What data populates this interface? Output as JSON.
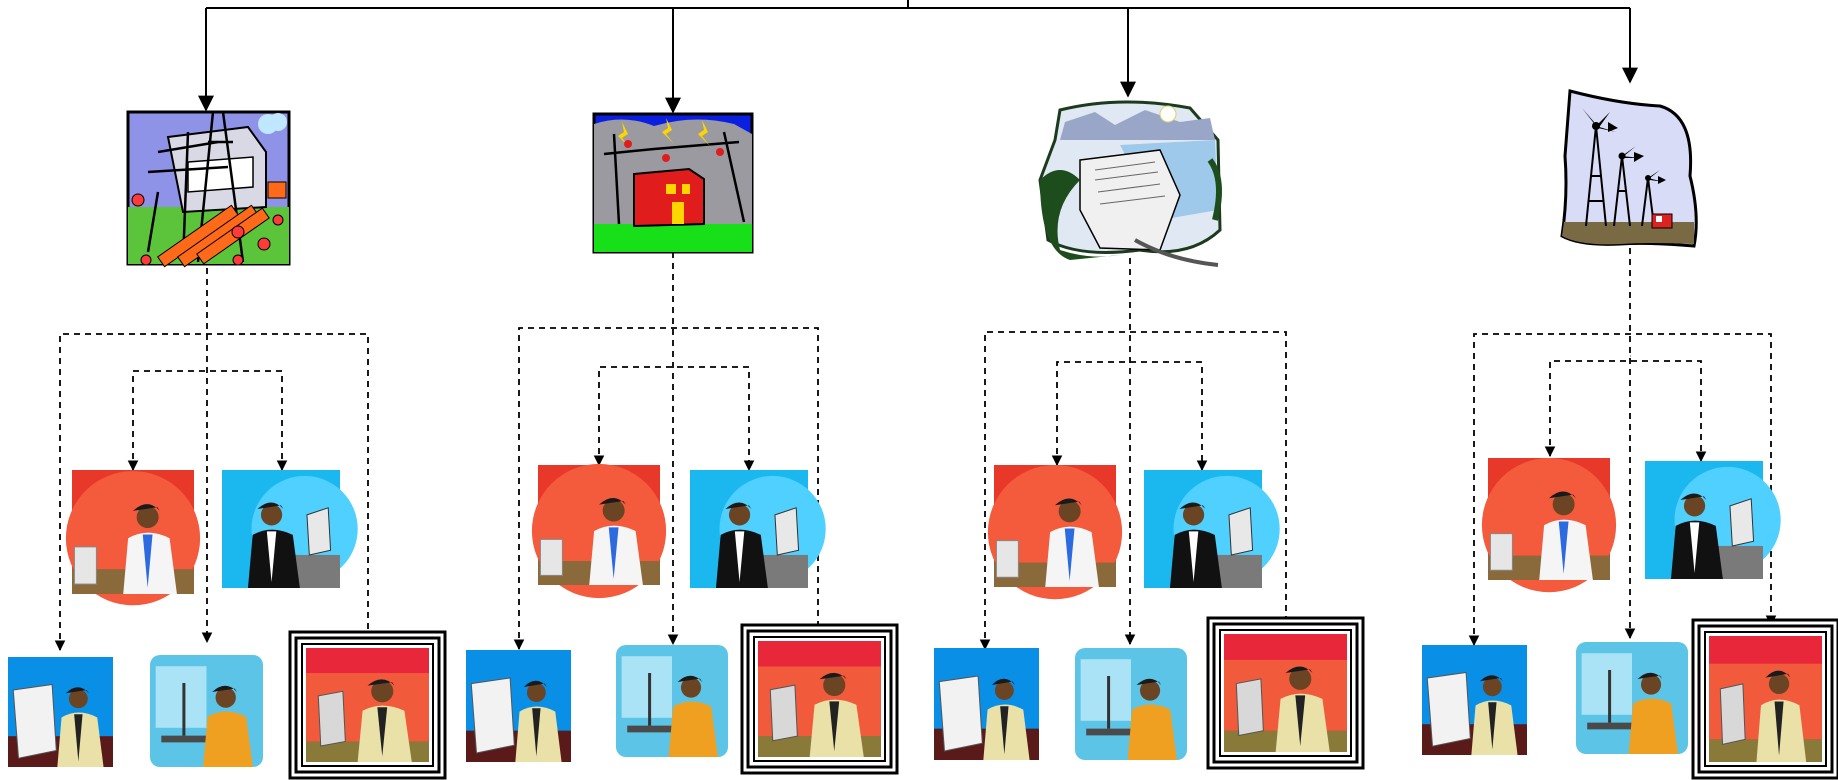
{
  "diagram": {
    "type": "hierarchy",
    "root_connector": "solid-arrows",
    "branch_connector": "dashed-arrows",
    "colors": {
      "line": "#000000",
      "red_bg": "#e8382a",
      "blue_bg": "#1ab8ef",
      "frame": "#000000"
    },
    "sources": [
      {
        "icon": "power-plant-icon",
        "workers": [
          "headset-operator-icon",
          "laptop-worker-icon",
          "desktop-operator-icon",
          "window-worker-icon",
          "framed-manager-icon"
        ]
      },
      {
        "icon": "substation-icon",
        "workers": [
          "headset-operator-icon",
          "laptop-worker-icon",
          "desktop-operator-icon",
          "window-worker-icon",
          "framed-manager-icon"
        ]
      },
      {
        "icon": "hydro-dam-icon",
        "workers": [
          "headset-operator-icon",
          "laptop-worker-icon",
          "desktop-operator-icon",
          "window-worker-icon",
          "framed-manager-icon"
        ]
      },
      {
        "icon": "wind-turbines-icon",
        "workers": [
          "headset-operator-icon",
          "laptop-worker-icon",
          "desktop-operator-icon",
          "window-worker-icon",
          "framed-manager-icon"
        ]
      }
    ]
  }
}
